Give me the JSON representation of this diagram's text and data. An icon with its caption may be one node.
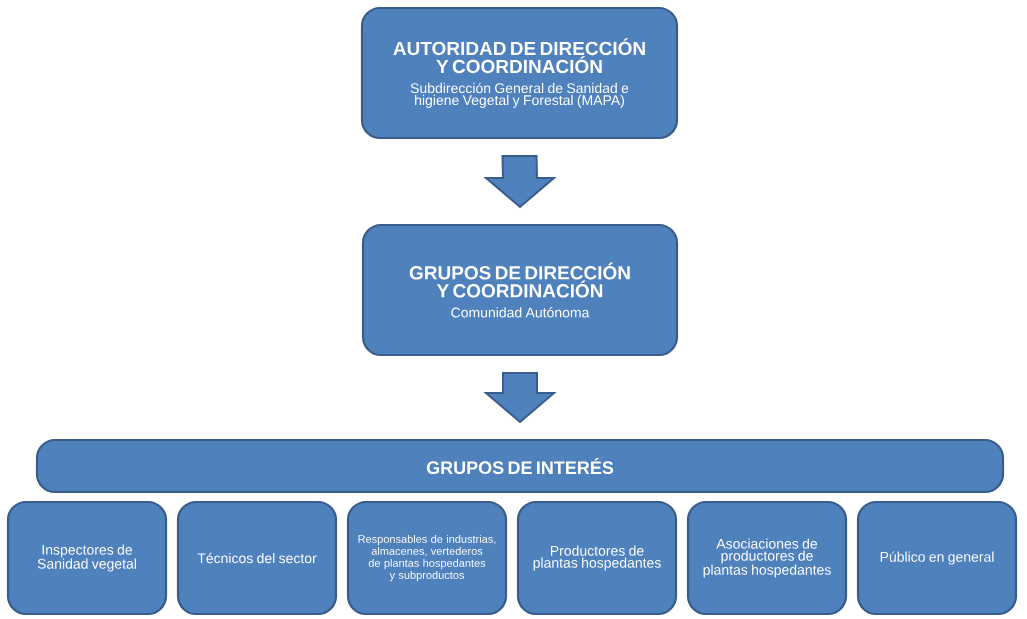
{
  "diagram": {
    "nodes": [
      {
        "text": [
          "AUTORIDAD DE DIRECCIÓN Y COORDINACIÓN",
          "Subdirección General de Sanidad e higiene Vegetal y Forestal (MAPA)"
        ]
      },
      {
        "text": [
          "GRUPOS DE DIRECCIÓN Y COORDINACIÓN",
          "Comunidad Autónoma"
        ]
      },
      {
        "text": [
          "GRUPOS DE INTERÉS"
        ]
      },
      {
        "text": [
          "Inspectores de Sanidad vegetal"
        ]
      },
      {
        "text": [
          "Técnicos del sector"
        ]
      },
      {
        "text": [
          "Responsables de industrias, almacenes, vertederos de plantas hospedantes y subproductos"
        ]
      },
      {
        "text": [
          "Productores de plantas hospedantes"
        ]
      },
      {
        "text": [
          "Asociaciones de productores de plantas hospedantes"
        ]
      },
      {
        "text": [
          "Público en general"
        ]
      }
    ],
    "edges": [
      {
        "from": 0,
        "to": 1,
        "arrow": "to"
      },
      {
        "from": 1,
        "to": 2,
        "arrow": "to"
      }
    ]
  }
}
